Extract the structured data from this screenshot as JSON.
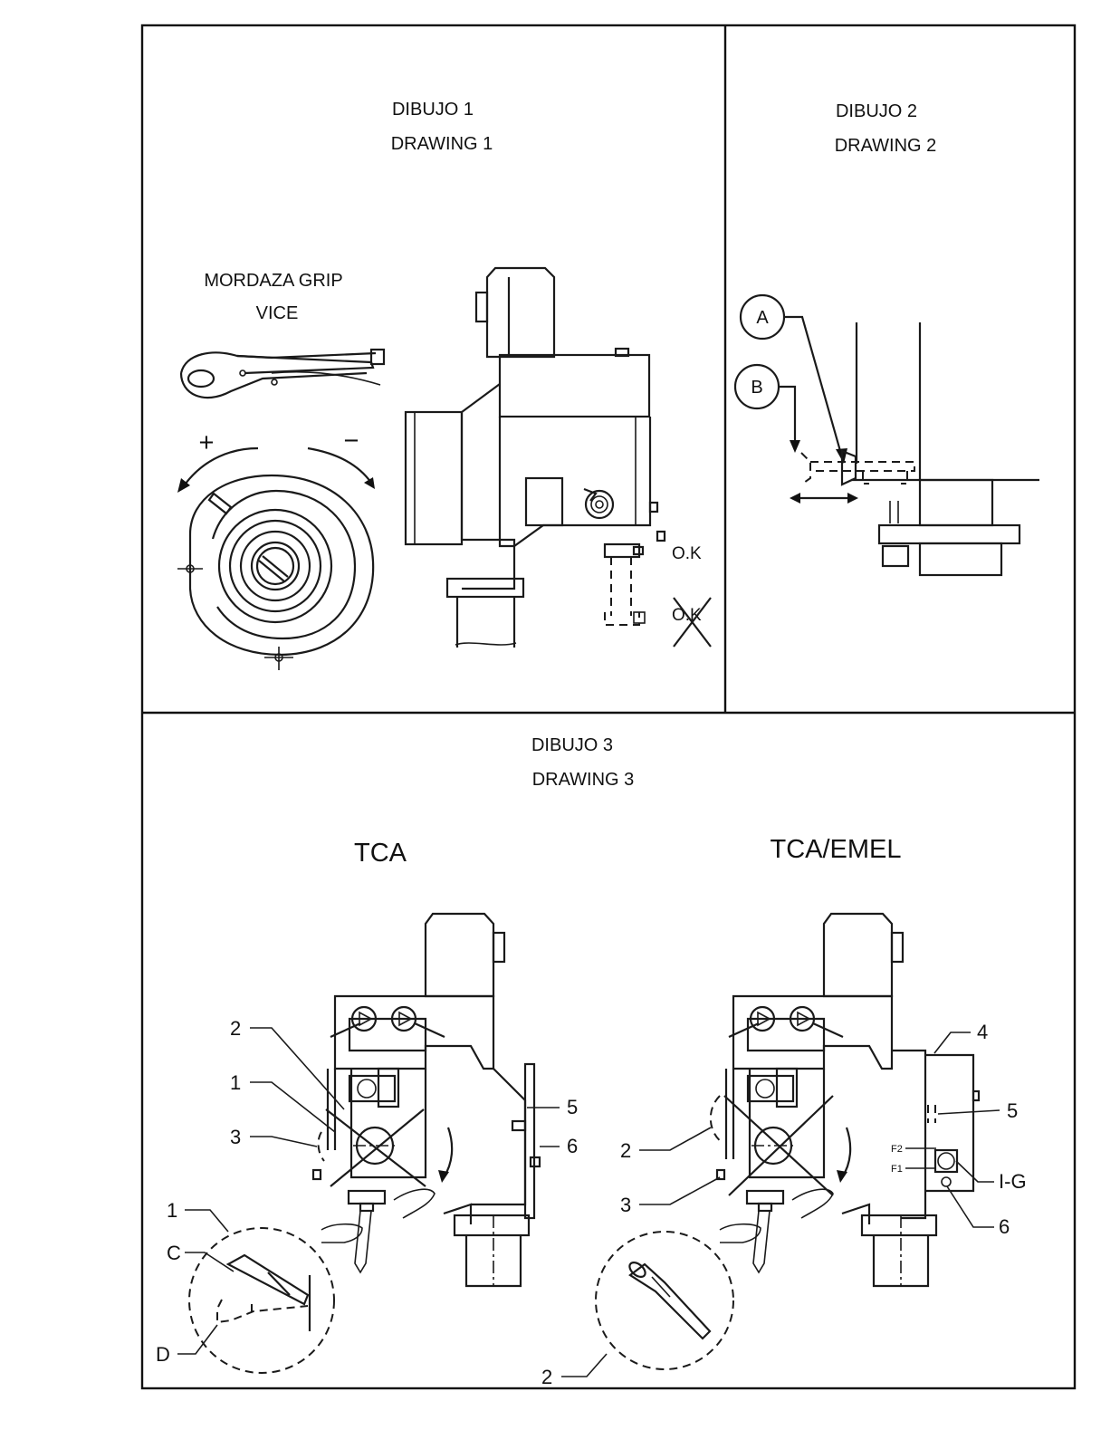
{
  "drawing1": {
    "title_es": "DIBUJO 1",
    "title_en": "DRAWING 1",
    "vice_label_es": "MORDAZA GRIP",
    "vice_label_en": "VICE",
    "plus": "+",
    "minus": "−",
    "ok_label": "O.K",
    "not_ok_label": "O.K"
  },
  "drawing2": {
    "title_es": "DIBUJO 2",
    "title_en": "DRAWING 2",
    "callout_a": "A",
    "callout_b": "B"
  },
  "drawing3": {
    "title_es": "DIBUJO 3",
    "title_en": "DRAWING 3",
    "left": {
      "title": "TCA",
      "labels": {
        "n2": "2",
        "n1": "1",
        "n3": "3",
        "n5": "5",
        "n6": "6",
        "d1": "1",
        "c": "C",
        "d": "D"
      }
    },
    "right": {
      "title": "TCA/EMEL",
      "labels": {
        "n4": "4",
        "n5": "5",
        "f2": "F2",
        "f1": "F1",
        "ig": "I-G",
        "n6": "6",
        "n2": "2",
        "n3": "3",
        "d2": "2"
      }
    }
  }
}
